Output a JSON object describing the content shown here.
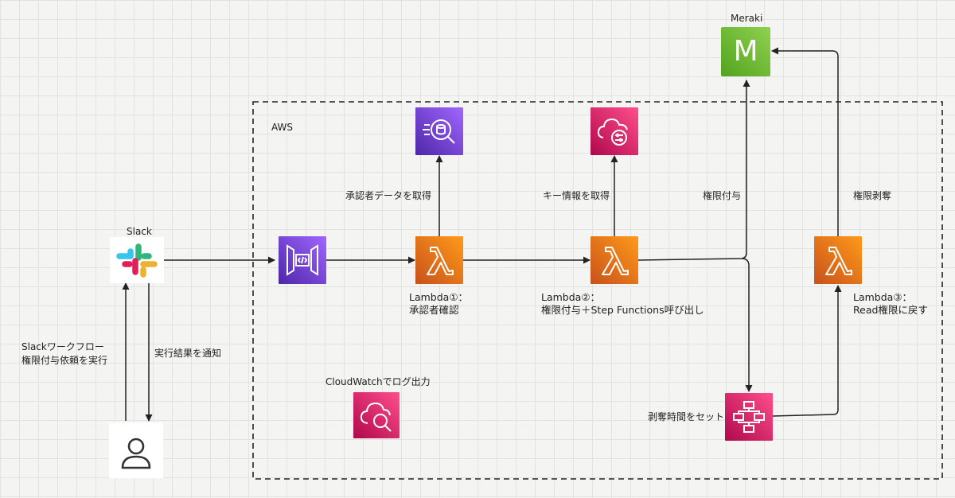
{
  "aws_group": {
    "label": "AWS"
  },
  "slack": {
    "label": "Slack"
  },
  "meraki": {
    "label": "Meraki",
    "letter": "M"
  },
  "nodes": {
    "lambda1": {
      "line1": "Lambda①：",
      "line2": "承認者確認"
    },
    "lambda2": {
      "line1": "Lambda②：",
      "line2": "権限付与＋Step Functions呼び出し"
    },
    "lambda3": {
      "line1": "Lambda③：",
      "line2": "Read権限に戻す"
    },
    "cloudwatch": {
      "label": "CloudWatchでログ出力"
    }
  },
  "edges": {
    "get_approver": "承認者データを取得",
    "get_key": "キー情報を取得",
    "grant": "権限付与",
    "revoke": "権限剥奪",
    "set_time": "剥奪時間をセット",
    "notify": "実行結果を通知",
    "workflow_line1": "Slackワークフロー",
    "workflow_line2": "権限付与依頼を実行"
  },
  "colors": {
    "lambda": "#ed7100",
    "api_gateway": "#7c3aed",
    "management": "#e7157b",
    "meraki": "#67b73a"
  }
}
